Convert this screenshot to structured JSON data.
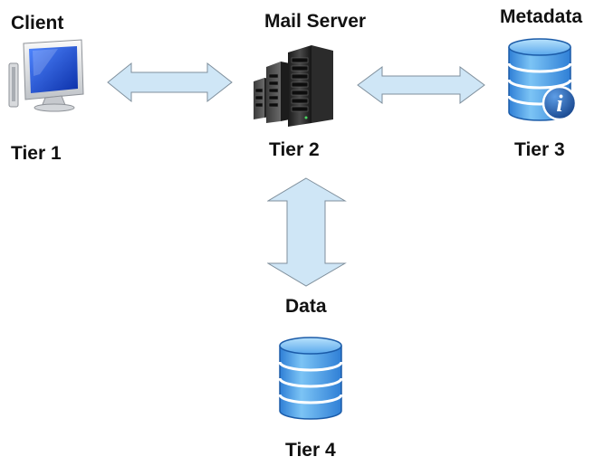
{
  "nodes": {
    "client": {
      "title": "Client",
      "tier": "Tier 1"
    },
    "mail_server": {
      "title": "Mail Server",
      "tier": "Tier 2"
    },
    "metadata": {
      "title": "Metadata",
      "tier": "Tier 3"
    },
    "data": {
      "title": "Data",
      "tier": "Tier 4"
    }
  },
  "colors": {
    "arrow_fill": "#cfe6f6",
    "arrow_stroke": "#7f8f9c",
    "db_blue": "#3a8fe0",
    "db_light": "#8ccaf6",
    "info_badge": "#1e5fb4",
    "server_dark": "#2a2a2a",
    "monitor_screen": "#1a45c8"
  },
  "icons": {
    "client": "computer-monitor-icon",
    "mail_server": "server-rack-icon",
    "metadata": "database-info-icon",
    "data": "database-icon"
  }
}
